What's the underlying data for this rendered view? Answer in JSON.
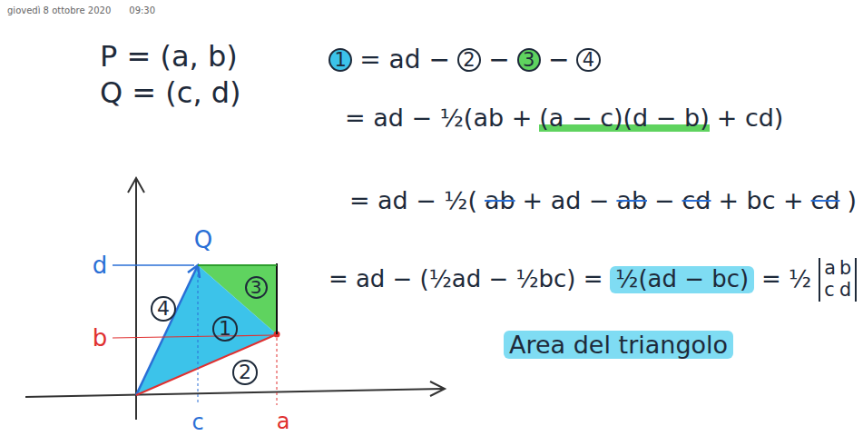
{
  "diagram": {
    "labels": [
      "giovedì 8 ottobre 2020",
      "09:30",
      "P = (a, b)",
      "Q = (c, d)",
      "1",
      "= ad −",
      "2",
      "−",
      "3",
      "−",
      "4",
      "= ad − ½(ab +",
      "(a − c)(d − b)",
      "+ cd)",
      "= ad − ½(",
      "ab",
      "+ ad −",
      "ab",
      "−",
      "cd",
      "+ bc +",
      "cd",
      ")",
      "= ad − (½ad − ½bc) =",
      "½(ad − bc)",
      "= ½",
      "a",
      "b",
      "c",
      "d",
      "Area del triangolo",
      "Q",
      "d",
      "b",
      "c",
      "a",
      "1",
      "2",
      "3",
      "4"
    ]
  }
}
